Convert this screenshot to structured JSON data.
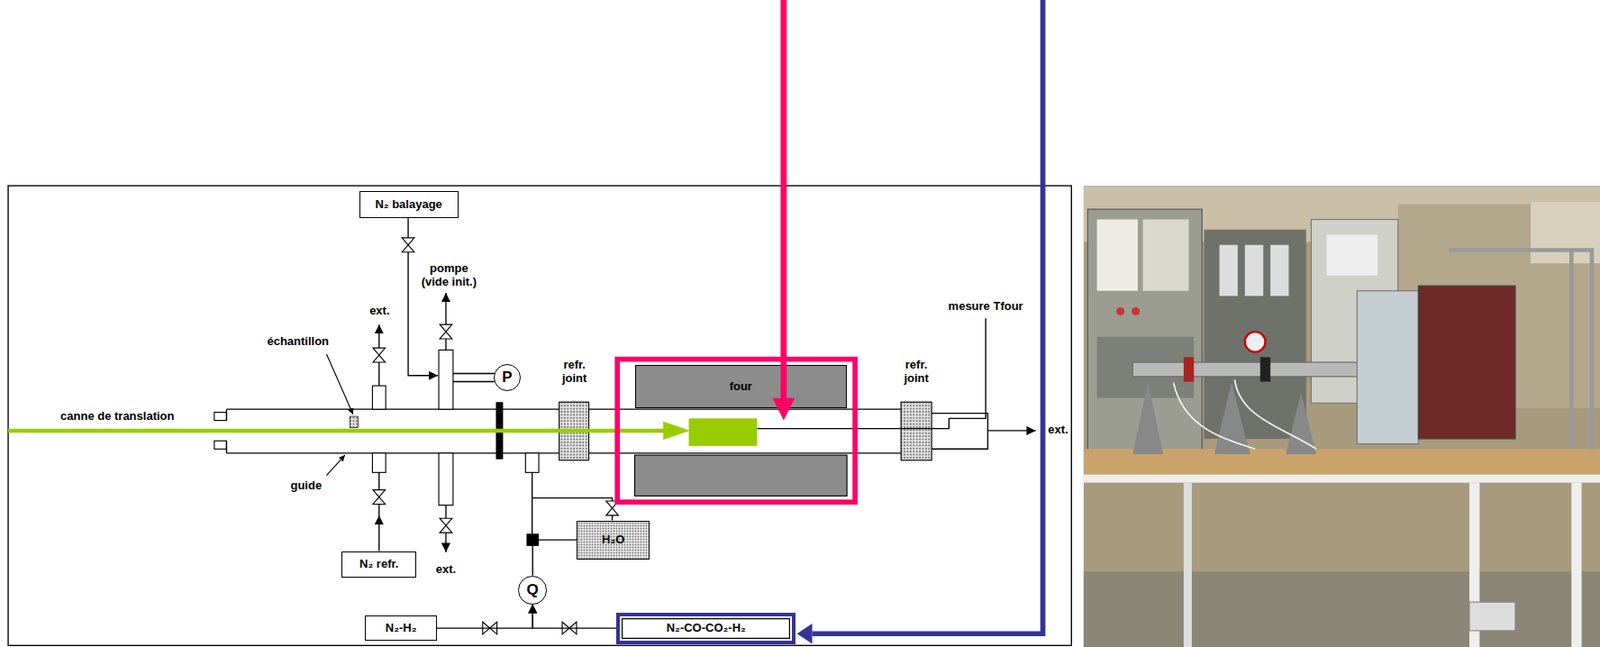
{
  "diagram": {
    "nodes": [
      {
        "text": [
          "N₂ balayage"
        ]
      },
      {
        "text": [
          "four"
        ]
      },
      {
        "text": [
          "P"
        ]
      },
      {
        "text": [
          "H₂O"
        ]
      },
      {
        "text": [
          "N₂ refr."
        ]
      },
      {
        "text": [
          "Q"
        ]
      },
      {
        "text": [
          "N₂-H₂"
        ]
      },
      {
        "text": [
          "N₂-CO-CO₂-H₂"
        ]
      }
    ],
    "edges": [
      {
        "from": 6,
        "to": 5,
        "arrow": "to"
      },
      {
        "from": 7,
        "to": 5,
        "arrow": "to"
      },
      {
        "from": 5,
        "to": 3,
        "arrow": "none"
      }
    ],
    "labels": [
      "pompe (vide init.)",
      "mesure Tfour",
      "ext.",
      "échantillon",
      "refr. joint",
      "refr. joint",
      "canne de translation",
      "ext.",
      "guide",
      "ext."
    ]
  }
}
